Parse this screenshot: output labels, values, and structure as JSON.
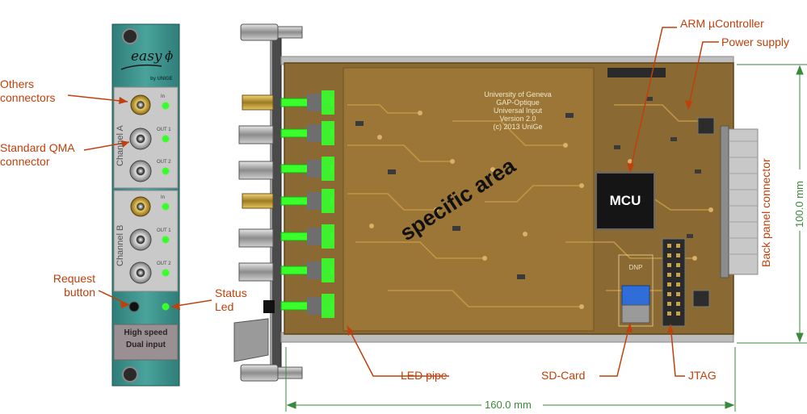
{
  "front_panel": {
    "logo": "easy",
    "logo_sub": "by UNIGE",
    "channel_a": "Channel A",
    "channel_b": "Channel B",
    "led_in": "In",
    "led_out1": "OUT 1",
    "led_out2": "OUT 2",
    "plate": "High speed\nDual input"
  },
  "labels": {
    "others_connectors": "Others\nconnectors",
    "standard_qma": "Standard QMA\nconnector",
    "request_button": "Request\nbutton",
    "status_led": "Status\nLed",
    "arm": "ARM µController",
    "power_supply": "Power supply",
    "back_panel": "Back panel connector",
    "led_pipe": "LED pipe",
    "sd_card": "SD-Card",
    "jtag": "JTAG"
  },
  "board": {
    "silk_text": "University of Geneva\nGAP-Optique\nUniversal Input\nVersion 2.0\n(c) 2013 UniGe",
    "specific_area": "specific area",
    "mcu": "MCU",
    "dnp": "DNP"
  },
  "dimensions": {
    "width": "160.0 mm",
    "height": "100.0 mm"
  },
  "colors": {
    "label": "#c0400c",
    "dimension": "#3a8a3a",
    "pcb": "#8a6a32",
    "panel": "#3d8f8a",
    "led": "#39ff2a"
  }
}
